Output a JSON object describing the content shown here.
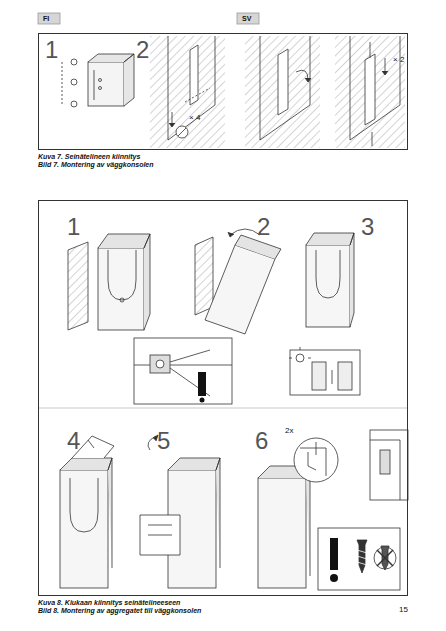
{
  "diagram": {
    "nodes": [
      {
        "text": [
          "1",
          "2",
          "× 4",
          "× 2"
        ]
      },
      {
        "text": [
          "1",
          "2",
          "3",
          "4",
          "5",
          "6",
          "2x"
        ]
      }
    ],
    "labels": [
      "FI",
      "SV",
      "Kuva 7. Seinätelineen kiinnitys",
      "Bild 7. Montering av väggkonsolen",
      "Kuva 8. Kiukaan kiinnitys seinätelineeseen",
      "Bild 8. Montering av aggregatet till väggkonsolen",
      "15"
    ]
  }
}
